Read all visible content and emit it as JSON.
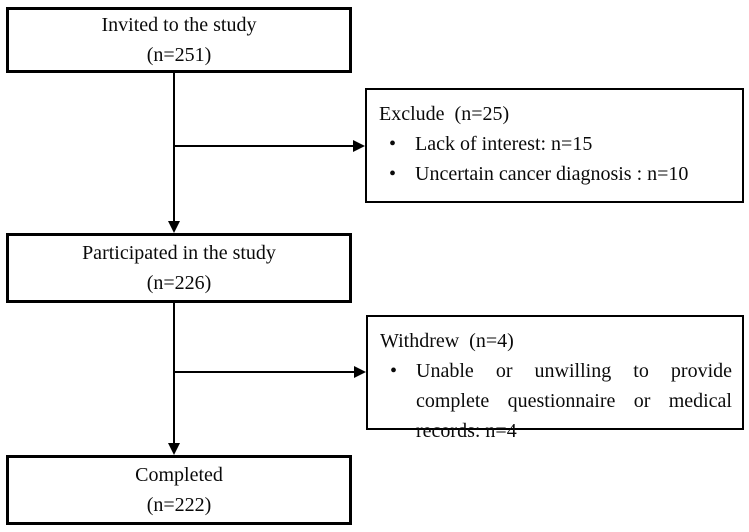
{
  "diagram": {
    "type": "study-flowchart",
    "colors": {
      "background": "#ffffff",
      "border": "#000000",
      "text": "#0a0a0a"
    },
    "bullet_glyph": "•",
    "boxes": {
      "invited": {
        "line1": "Invited to the study",
        "line2": "(n=251)"
      },
      "exclude": {
        "title": "Exclude (n=25)",
        "items": [
          "Lack of interest: n=15",
          "Uncertain cancer diagnosis : n=10"
        ]
      },
      "participated": {
        "line1": "Participated in the study",
        "line2": "(n=226)"
      },
      "withdrew": {
        "title": "Withdrew (n=4)",
        "items": [
          "Unable or unwilling to provide complete questionnaire or medical records: n=4"
        ]
      },
      "completed": {
        "line1": "Completed",
        "line2": "(n=222)"
      }
    },
    "flow": [
      {
        "from": "invited",
        "to": "participated",
        "branch": "exclude"
      },
      {
        "from": "participated",
        "to": "completed",
        "branch": "withdrew"
      }
    ]
  }
}
